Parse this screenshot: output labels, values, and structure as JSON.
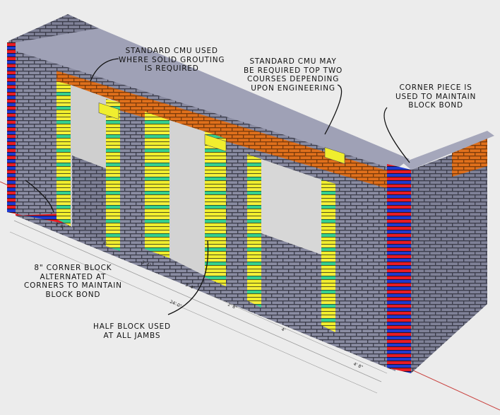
{
  "annotations": {
    "standard_cmu_solid_grouting": [
      "STANDARD CMU USED",
      "WHERE SOLID GROUTING",
      "IS REQUIRED"
    ],
    "standard_cmu_top_courses": [
      "STANDARD CMU MAY",
      "BE REQUIRED TOP TWO",
      "COURSES DEPENDING",
      "UPON ENGINEERING"
    ],
    "corner_piece": [
      "CORNER PIECE IS",
      "USED TO MAINTAIN",
      "BLOCK BOND"
    ],
    "corner_block": [
      "8\" CORNER BLOCK",
      "ALTERNATED AT",
      "CORNERS TO MAINTAIN",
      "BLOCK BOND"
    ],
    "half_block": [
      "HALF BLOCK USED",
      "AT ALL JAMBS"
    ]
  },
  "dimensions": {
    "segment_1": "2' 8\"",
    "segment_2": "4'",
    "segment_3": "3' 4\"",
    "segment_4": "3' 4\"",
    "overall": "24' 0\"",
    "segment_5": "2' 8\"",
    "segment_6": "4'",
    "segment_7": "4' 8\""
  },
  "colors": {
    "background": "#ececec",
    "standard_block": "#8a8ca2",
    "corner_block": "#e81c24",
    "corner_alt_block": "#1f3ad0",
    "half_block_yellow": "#f0ee2e",
    "half_block_green": "#35d08e",
    "bond_beam": "#e0701c",
    "mortar": "#3b3c4a"
  }
}
